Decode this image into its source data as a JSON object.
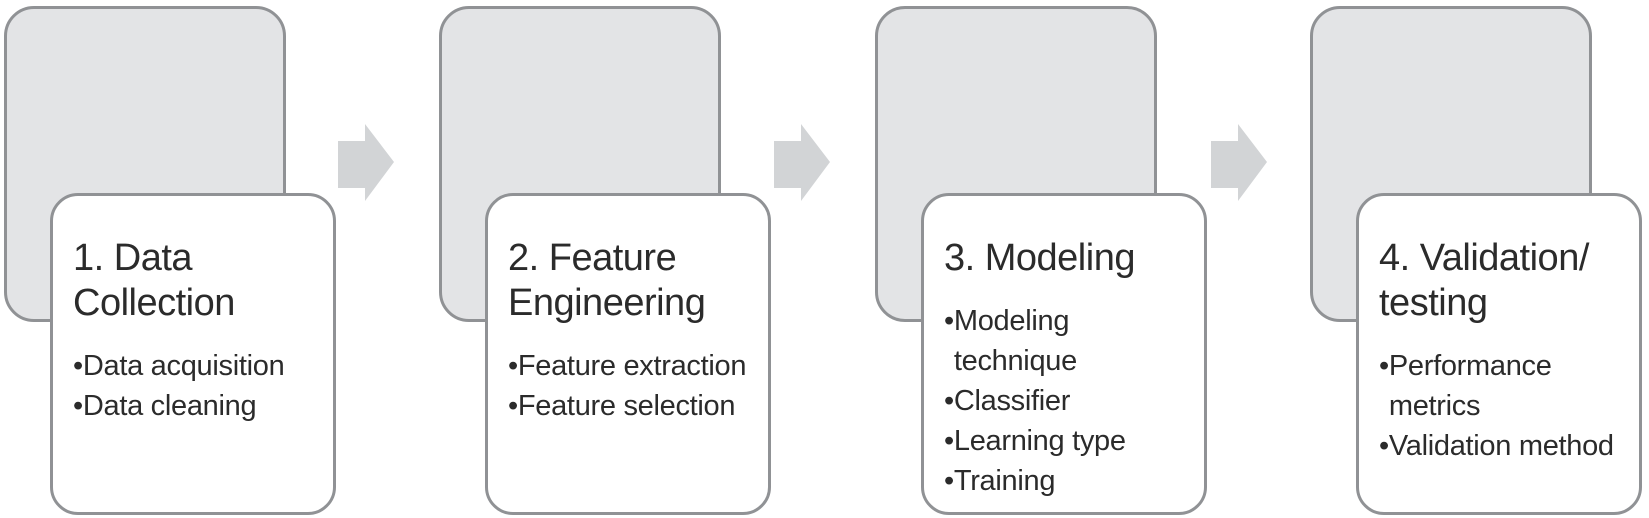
{
  "diagram": {
    "type": "process-flow",
    "bullet_char": "•",
    "colors": {
      "back_panel_fill": "#e3e4e6",
      "card_fill": "#ffffff",
      "border": "#909295",
      "arrow_fill": "#d2d4d6",
      "text": "#2b2b2b"
    },
    "steps": [
      {
        "title": "1. Data\nCollection",
        "bullets": [
          "Data acquisition",
          "Data cleaning"
        ]
      },
      {
        "title": "2. Feature\nEngineering",
        "bullets": [
          "Feature extraction",
          "Feature selection"
        ]
      },
      {
        "title": "3. Modeling",
        "bullets": [
          "Modeling\ntechnique",
          "Classifier",
          "Learning type",
          "Training"
        ]
      },
      {
        "title": "4. Validation/\ntesting",
        "bullets": [
          "Performance\nmetrics",
          "Validation method"
        ]
      }
    ]
  }
}
